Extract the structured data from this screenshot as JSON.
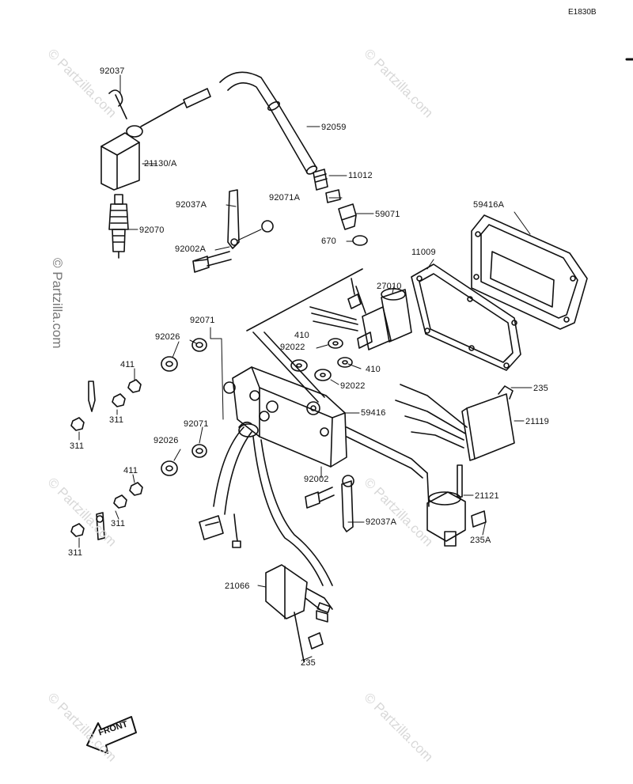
{
  "diagram_code": "E1830B",
  "watermark": "© Partzilla.com",
  "front_label": "FRONT",
  "parts": {
    "p92037": "92037",
    "p92059": "92059",
    "p21130A": "21130/A",
    "p11012": "11012",
    "p92071A": "92071A",
    "p92037A_top": "92037A",
    "p59071": "59071",
    "p59416A": "59416A",
    "p92070": "92070",
    "p670": "670",
    "p92002A": "92002A",
    "p11009": "11009",
    "p27010": "27010",
    "p92071_top": "92071",
    "p410_a": "410",
    "p92026_top": "92026",
    "p92022_a": "92022",
    "p410_b": "410",
    "p411_top": "411",
    "p92022_b": "92022",
    "p235_top": "235",
    "p311_a": "311",
    "p59416": "59416",
    "p21119": "21119",
    "p311_b": "311",
    "p92071_mid": "92071",
    "p92026_mid": "92026",
    "p411_bot": "411",
    "p92002": "92002",
    "p21121": "21121",
    "p311_c": "311",
    "p92037A_bot": "92037A",
    "p235A": "235A",
    "p311_d": "311",
    "p21066": "21066",
    "p235_bot": "235"
  }
}
